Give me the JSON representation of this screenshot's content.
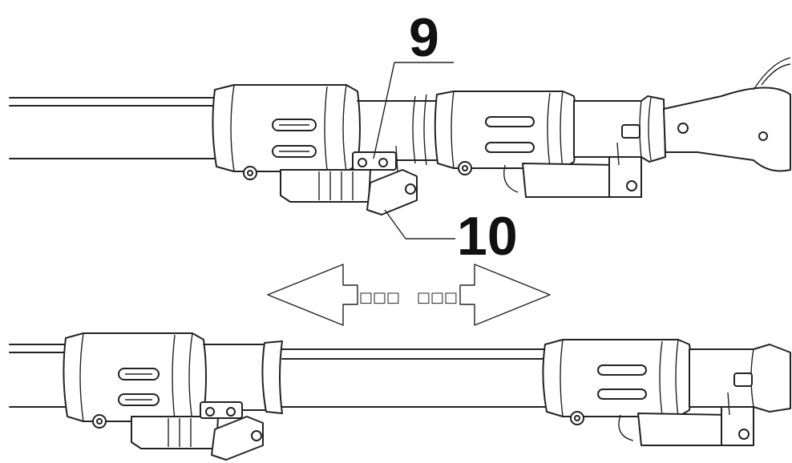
{
  "figure": {
    "callouts": [
      {
        "id": "callout-9",
        "text": "9"
      },
      {
        "id": "callout-10",
        "text": "10"
      }
    ],
    "arrow_glyphs_left": "□□□",
    "arrow_glyphs_right": "□□□",
    "stroke_color": "#222222",
    "background_color": "#ffffff"
  }
}
